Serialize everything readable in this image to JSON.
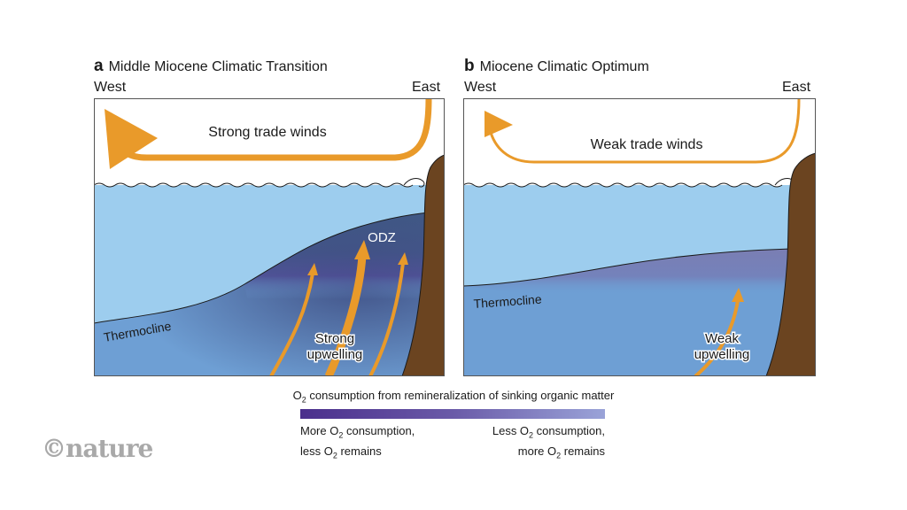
{
  "panels": [
    {
      "letter": "a",
      "title": "Middle Miocene Climatic Transition",
      "west": "West",
      "east": "East",
      "wind_label": "Strong trade winds",
      "wind_strength": "strong",
      "odz_label": "ODZ",
      "thermocline_label": "Thermocline",
      "upwelling_label_1": "Strong",
      "upwelling_label_2": "upwelling"
    },
    {
      "letter": "b",
      "title": "Miocene Climatic Optimum",
      "west": "West",
      "east": "East",
      "wind_label": "Weak trade winds",
      "wind_strength": "weak",
      "thermocline_label": "Thermocline",
      "upwelling_label_1": "Weak",
      "upwelling_label_2": "upwelling"
    }
  ],
  "legend": {
    "title_prefix": "O",
    "title_sub": "2",
    "title_rest": " consumption from remineralization of sinking organic matter",
    "left_line1_a": "More O",
    "left_line1_sub": "2",
    "left_line1_b": " consumption,",
    "left_line2_a": "less O",
    "left_line2_sub": "2",
    "left_line2_b": " remains",
    "right_line1_a": "Less O",
    "right_line1_sub": "2",
    "right_line1_b": " consumption,",
    "right_line2_a": "more O",
    "right_line2_sub": "2",
    "right_line2_b": " remains",
    "colors": {
      "more": "#4b2f8c",
      "less": "#9aa3d8"
    }
  },
  "colors": {
    "surface_water": "#9dcdee",
    "deep_water": "#6e9fd4",
    "odz": "#3a4f7a",
    "land": "#6b4420",
    "wind": "#e99a2a"
  },
  "logo": "©nature"
}
